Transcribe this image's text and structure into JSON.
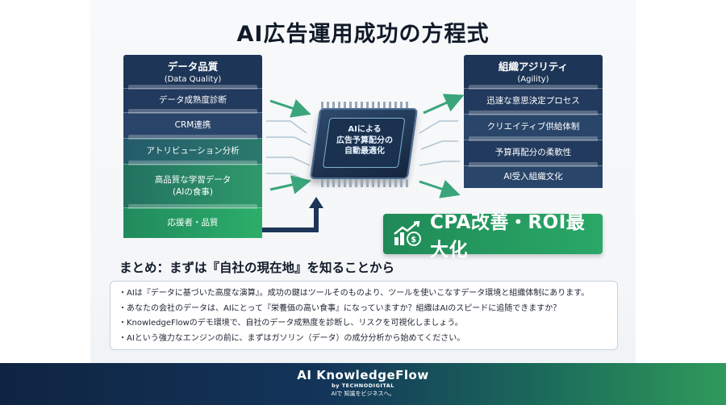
{
  "title": "AI広告運用成功の方程式",
  "left_stack": {
    "heading": "データ品質",
    "subheading": "(Data Quality)",
    "layers": [
      "データ成熟度診断",
      "CRM連携",
      "アトリビューション分析",
      "高品質な学習データ",
      "(AIの食事)",
      "応援者・品質"
    ]
  },
  "right_stack": {
    "heading": "組織アジリティ",
    "subheading": "(Agility)",
    "layers": [
      "迅速な意思決定プロセス",
      "クリエイティブ供給体制",
      "予算再配分の柔軟性",
      "AI受入組織文化"
    ]
  },
  "chip": {
    "line1": "AIによる",
    "line2": "広告予算配分の",
    "line3": "自動最適化"
  },
  "result": {
    "label": "CPA改善・ROI最大化",
    "icon": "growth-chart-coin-icon"
  },
  "summary": {
    "title": "まとめ：まずは『自社の現在地』を知ることから",
    "lines": [
      "・AIは『データに基づいた高度な演算』。成功の鍵はツールそのものより、ツールを使いこなすデータ環境と組織体制にあります。",
      "・あなたの会社のデータは、AIにとって『栄養価の高い食事』になっていますか？組織はAIのスピードに追随できますか？",
      "・KnowledgeFlowのデモ環境で、自社のデータ成熟度を診断し、リスクを可視化しましょう。",
      "・AIという強力なエンジンの前に、まずはガソリン（データ）の成分分析から始めてください。"
    ]
  },
  "footer": {
    "brand": "AI KnowledgeFlow",
    "by": "by TECHNODIGITAL",
    "tagline": "AIで 知識をビジネスへ。"
  },
  "colors": {
    "navy": "#1d3557",
    "green": "#2aa867",
    "teal": "#2b7a6d"
  }
}
